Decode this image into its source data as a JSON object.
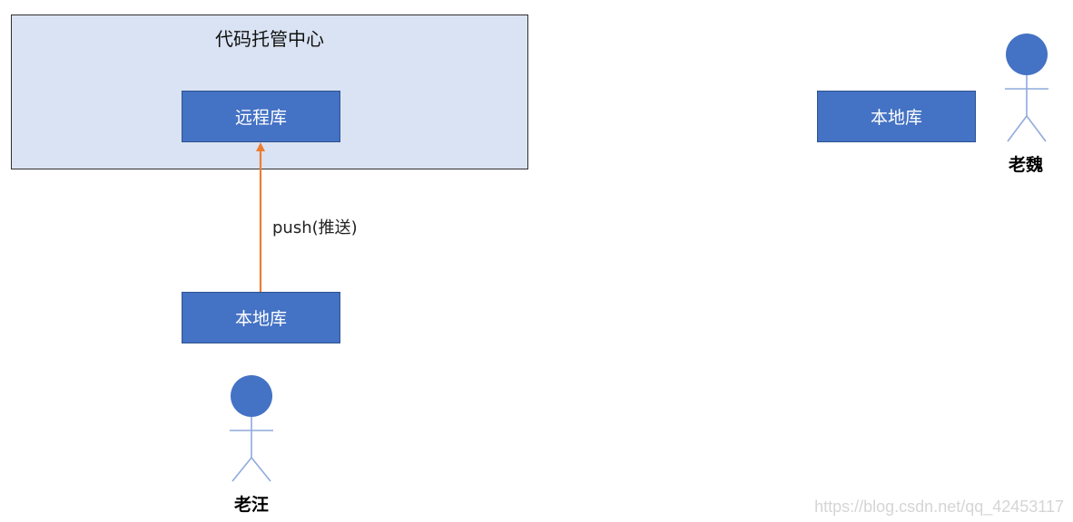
{
  "hosting": {
    "title": "代码托管中心",
    "remote_repo_label": "远程库"
  },
  "local_repos": {
    "a_label": "本地库",
    "b_label": "本地库"
  },
  "push": {
    "label": "push(推送)",
    "arrow_color": "#ed7d31"
  },
  "people": {
    "a_name": "老汪",
    "b_name": "老魏",
    "figure_color": "#4472c4"
  },
  "watermark": "https://blog.csdn.net/qq_42453117"
}
